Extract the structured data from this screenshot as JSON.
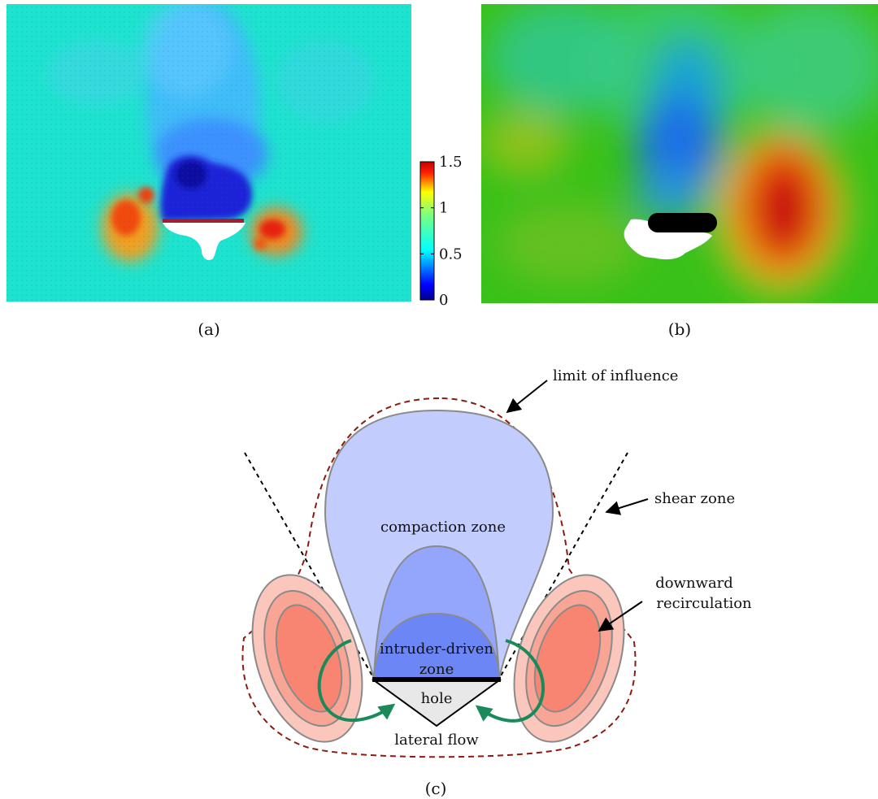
{
  "panels": {
    "a": {
      "caption": "(a)"
    },
    "b": {
      "caption": "(b)"
    },
    "c": {
      "caption": "(c)"
    }
  },
  "colorbar": {
    "ticks": [
      "1.5",
      "1",
      "0.5",
      "0"
    ],
    "tick_values": [
      1.5,
      1.0,
      0.5,
      0.0
    ],
    "range": [
      0,
      1.5
    ],
    "colormap": "jet"
  },
  "diagram": {
    "labels": {
      "limit_of_influence": "limit of influence",
      "shear_zone": "shear zone",
      "compaction_zone": "compaction zone",
      "downward_line1": "downward",
      "downward_line2": "recirculation",
      "intruder_line1": "intruder-driven",
      "intruder_line2": "zone",
      "hole": "hole",
      "lateral_flow": "lateral flow"
    },
    "colors": {
      "limit_outline": "#8b1a10",
      "compaction": "#c3cdfd",
      "intruder_outer": "#93a6fb",
      "intruder_inner": "#6c86f6",
      "recirc_outer": "#fbc7bd",
      "recirc_inner": "#f88472",
      "arrow_green": "#1a8a5a",
      "hole": "#e8e8e8"
    }
  }
}
